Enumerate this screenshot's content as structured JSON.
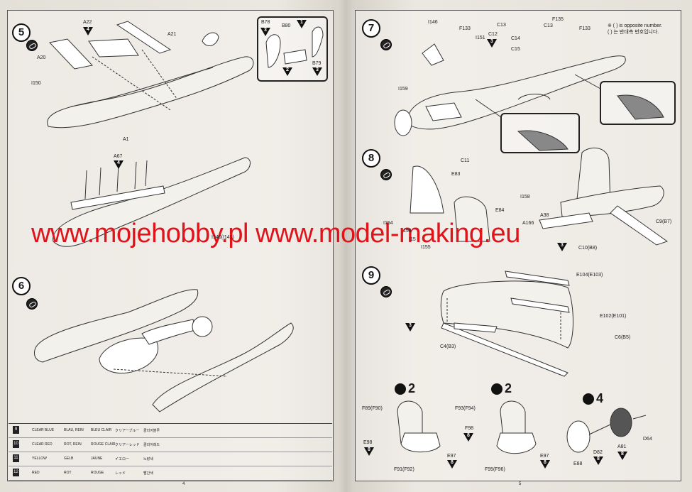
{
  "watermark": "www.mojehobby.pl www.model-making.eu",
  "note": {
    "line1": "※ ( ) is opposite number.",
    "line2": "( ) 는 반대측 번호입니다."
  },
  "steps": {
    "s5": "5",
    "s6": "6",
    "s7": "7",
    "s8": "8",
    "s9": "9"
  },
  "labels": {
    "a22": "A22",
    "a21": "A21",
    "a20": "A20",
    "i150": "I150",
    "a1": "A1",
    "a67": "A67",
    "i140": "I140(I141)",
    "b78": "B78",
    "b80": "B80",
    "b79": "B79",
    "i146": "I146",
    "f133a": "F133",
    "c13a": "C13",
    "f135": "F135",
    "c13b": "C13",
    "f133b": "F133",
    "i151": "I151",
    "c12": "C12",
    "c14": "C14",
    "c15": "C15",
    "i159": "I159",
    "c11": "C11",
    "e83": "E83",
    "e84": "E84",
    "i154": "I154",
    "i156": "156",
    "i153": "I15",
    "i155": "I155",
    "i158": "I158",
    "a38": "A38",
    "a166": "A166",
    "c9": "C9(B7)",
    "c10": "C10(B8)",
    "e104": "E104(E103)",
    "e102": "E102(E101)",
    "c6": "C6(B5)",
    "c4": "C4(B3)",
    "f89": "F89(F90)",
    "e98a": "E98",
    "f91": "F91(F92)",
    "e97a": "E97",
    "f93": "F93(F94)",
    "f98": "F98",
    "f95": "F95(F96)",
    "e97b": "E97",
    "d64": "D64",
    "a81": "A81",
    "d82": "D82",
    "e88": "E88"
  },
  "color_codes": {
    "c4": "4",
    "c3a": "3",
    "c2": "2",
    "c1": "1",
    "c3b": "3",
    "c3c": "3",
    "c4b": "4",
    "c3d": "3",
    "c3e": "3",
    "c8a": "8",
    "c8b": "8",
    "c8c": "8",
    "c8d": "8",
    "c8e": "8",
    "c8f": "8"
  },
  "quantities": {
    "q1": "2",
    "q2": "2",
    "q3": "4"
  },
  "legend": [
    {
      "code": "9",
      "en": "CLEAR BLUE",
      "de": "BLAU, REIN",
      "fr": "BLEU CLAIR",
      "jp": "クリアーブルー",
      "kr": "클리어블루"
    },
    {
      "code": "10",
      "en": "CLEAR RED",
      "de": "ROT, REIN",
      "fr": "ROUGE CLAIR",
      "jp": "クリアーレッド",
      "kr": "클리어레드"
    },
    {
      "code": "11",
      "en": "YELLOW",
      "de": "GELB",
      "fr": "JAUNE",
      "jp": "イエロー",
      "kr": "노랑색"
    },
    {
      "code": "12",
      "en": "RED",
      "de": "ROT",
      "fr": "ROUGE",
      "jp": "レッド",
      "kr": "빨간색"
    }
  ],
  "page_numbers": {
    "left": "4",
    "right": "5"
  },
  "colors": {
    "watermark": "#e0131b",
    "line": "#333333",
    "paper": "#ebe8e1"
  }
}
